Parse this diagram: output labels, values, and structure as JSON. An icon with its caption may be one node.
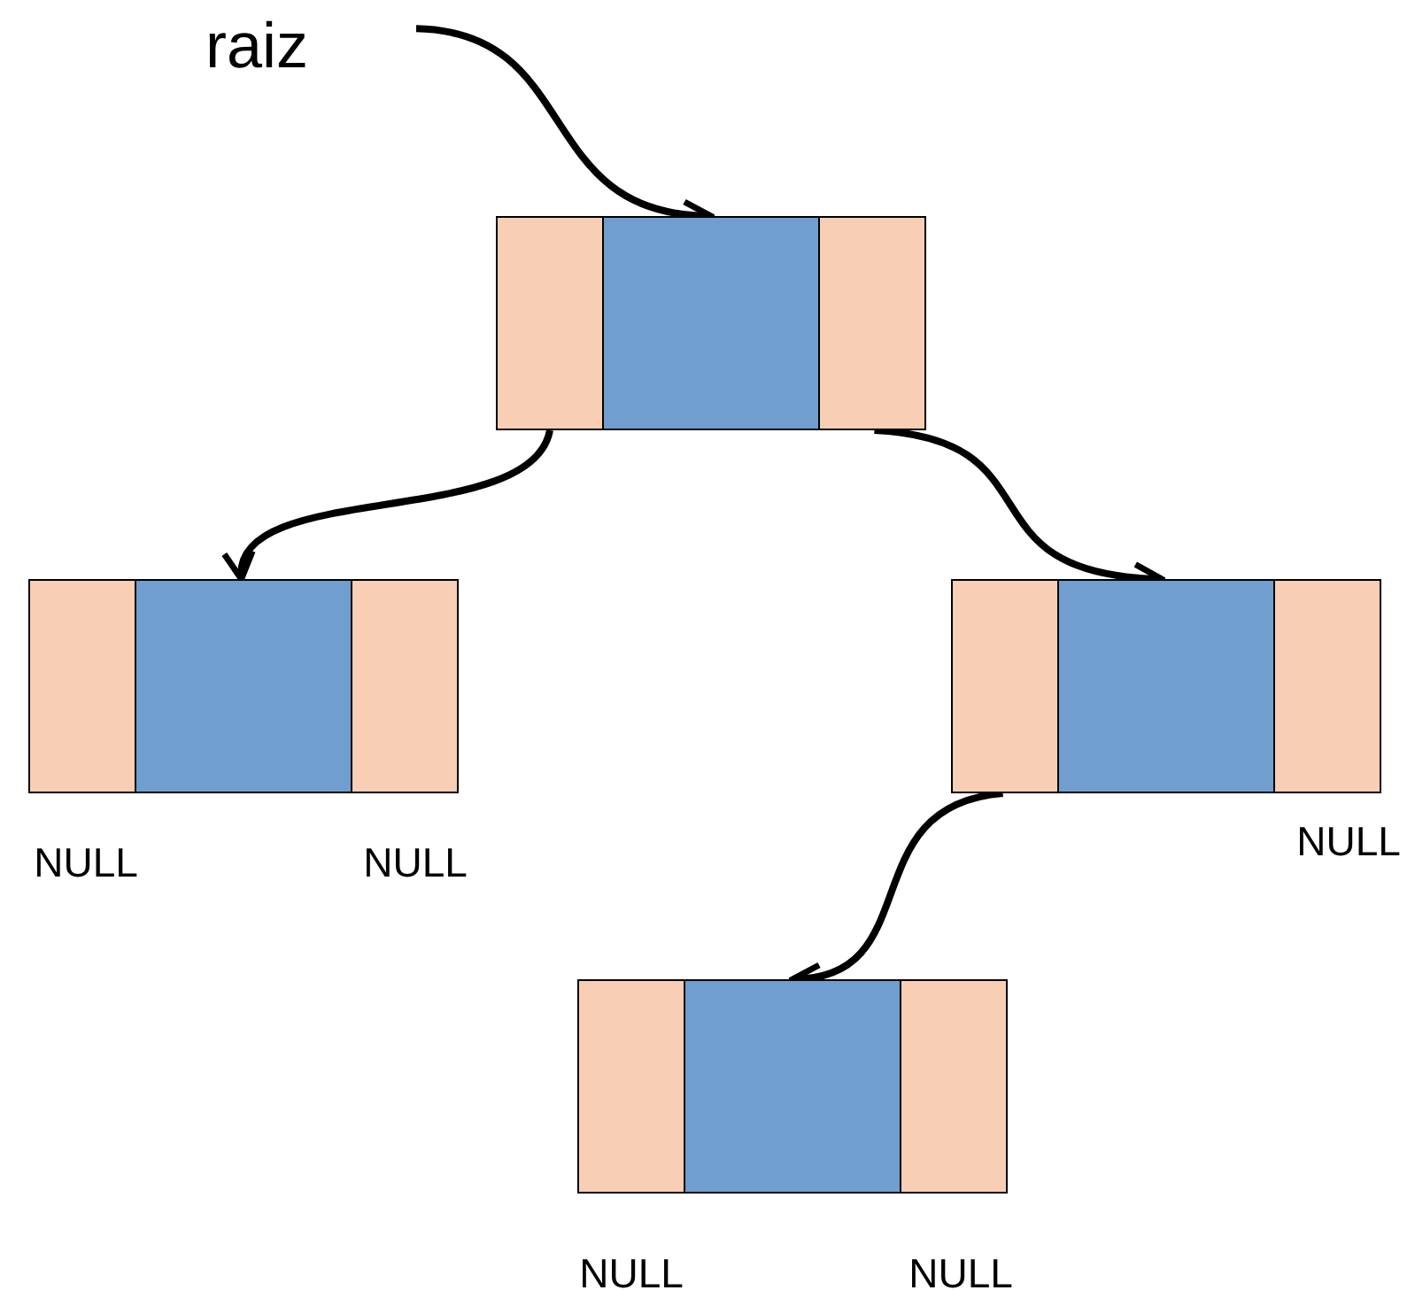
{
  "diagram": {
    "nodes": [
      {
        "text": [
          "raiz"
        ]
      },
      {
        "text": [],
        "shape": "box"
      },
      {
        "text": [],
        "shape": "box",
        "in": 1
      },
      {
        "text": [],
        "shape": "box",
        "in": 1
      },
      {
        "text": [],
        "shape": "box",
        "in": 1
      },
      {
        "text": [],
        "shape": "box"
      },
      {
        "text": [],
        "shape": "box",
        "in": 5,
        "beside": [
          "NULL"
        ]
      },
      {
        "text": [],
        "shape": "box",
        "in": 5
      },
      {
        "text": [],
        "shape": "box",
        "in": 5,
        "beside": [
          "NULL"
        ]
      },
      {
        "text": [],
        "shape": "box"
      },
      {
        "text": [],
        "shape": "box",
        "in": 9
      },
      {
        "text": [],
        "shape": "box",
        "in": 9
      },
      {
        "text": [],
        "shape": "box",
        "in": 9,
        "beside": [
          "NULL"
        ]
      },
      {
        "text": [],
        "shape": "box"
      },
      {
        "text": [],
        "shape": "box",
        "in": 13,
        "beside": [
          "NULL"
        ]
      },
      {
        "text": [],
        "shape": "box",
        "in": 13
      },
      {
        "text": [],
        "shape": "box",
        "in": 13,
        "beside": [
          "NULL"
        ]
      }
    ],
    "edges": [
      {
        "from": 0,
        "to": 3,
        "arrow": "to"
      },
      {
        "from": 2,
        "to": 7,
        "arrow": "to"
      },
      {
        "from": 4,
        "to": 11,
        "arrow": "to"
      },
      {
        "from": 10,
        "to": 15,
        "arrow": "to"
      }
    ]
  }
}
